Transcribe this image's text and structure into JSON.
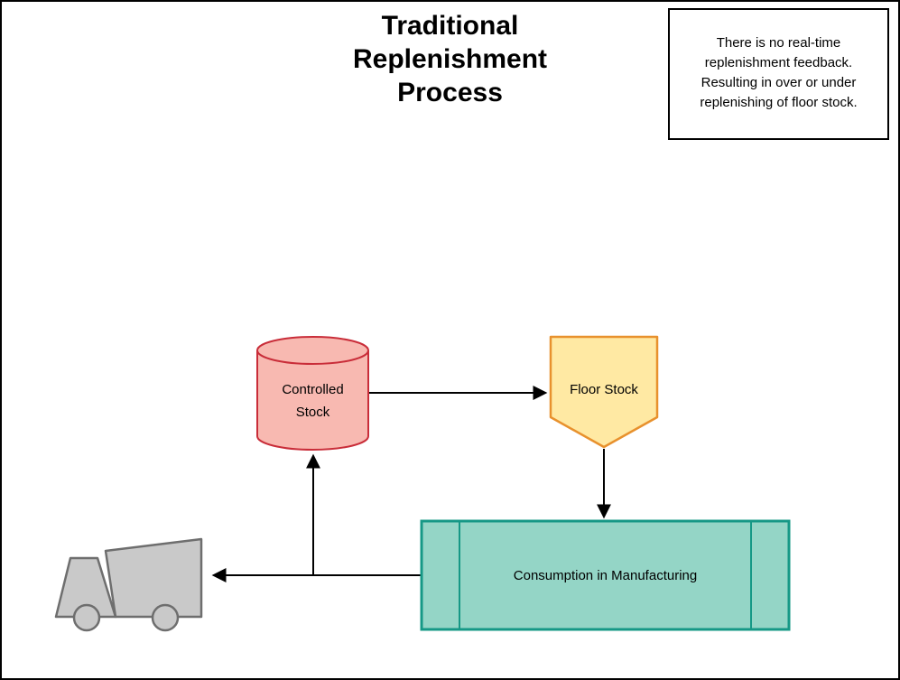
{
  "title": "Traditional\nReplenishment\nProcess",
  "note": {
    "text": "There is no real-time\nreplenishment feedback.\nResulting in over or under\nreplenishing of floor stock."
  },
  "nodes": {
    "controlled_stock": {
      "label": "Controlled\nStock",
      "shape": "cylinder",
      "fill": "#F8B9B1",
      "stroke": "#C92D39"
    },
    "floor_stock": {
      "label": "Floor Stock",
      "shape": "pentagon-down",
      "fill": "#FFE9A3",
      "stroke": "#E8912D"
    },
    "consumption": {
      "label": "Consumption in Manufacturing",
      "shape": "predefined-process",
      "fill": "#94D5C6",
      "stroke": "#169886"
    },
    "truck": {
      "shape": "truck",
      "fill": "#C9C9C9",
      "stroke": "#6E6E6E"
    }
  },
  "edges": [
    {
      "id": "controlled-to-floor",
      "from": "Controlled Stock",
      "to": "Floor Stock"
    },
    {
      "id": "floor-to-consumption",
      "from": "Floor Stock",
      "to": "Consumption in Manufacturing"
    },
    {
      "id": "consumption-to-truck",
      "from": "Consumption in Manufacturing",
      "to": "Truck"
    },
    {
      "id": "line-to-controlled",
      "from": "Consumption-to-Truck connector",
      "to": "Controlled Stock"
    }
  ],
  "edge_color": "#000000"
}
